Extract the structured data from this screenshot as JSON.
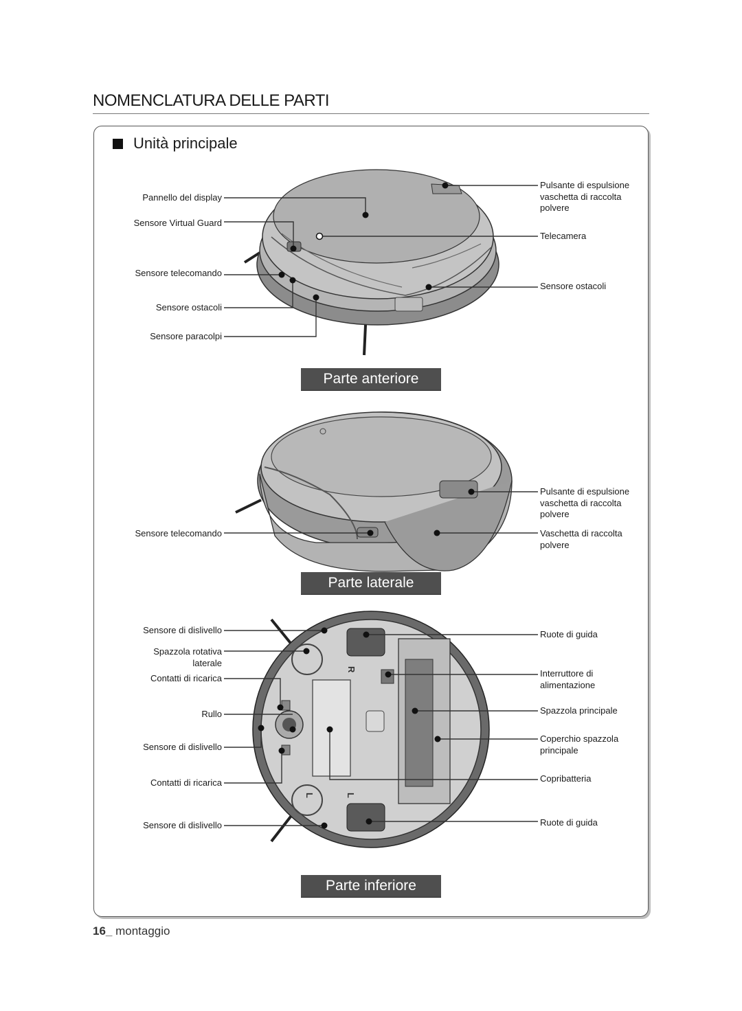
{
  "page": {
    "title": "NOMENCLATURA DELLE PARTI",
    "section": "Unità principale",
    "footer_page": "16_",
    "footer_text": "montaggio"
  },
  "views": {
    "front": {
      "banner": "Parte anteriore",
      "left_labels": [
        "Pannello del display",
        "Sensore Virtual Guard",
        "Sensore telecomando",
        "Sensore ostacoli",
        "Sensore paracolpi"
      ],
      "right_labels": [
        "Pulsante di espulsione\nvaschetta di raccolta\npolvere",
        "Telecamera",
        "Sensore ostacoli"
      ]
    },
    "side": {
      "banner": "Parte laterale",
      "left_labels": [
        "Sensore telecomando"
      ],
      "right_labels": [
        "Pulsante di espulsione\nvaschetta di raccolta\npolvere",
        "Vaschetta di raccolta\npolvere"
      ]
    },
    "bottom": {
      "banner": "Parte inferiore",
      "left_labels": [
        "Sensore di dislivello",
        "Spazzola rotativa\nlaterale",
        "Contatti di ricarica",
        "Rullo",
        "Sensore di dislivello",
        "Contatti di ricarica",
        "Sensore di dislivello"
      ],
      "right_labels": [
        "Ruote di guida",
        "Interruttore di\nalimentazione",
        "Spazzola principale",
        "Coperchio spazzola\nprincipale",
        "Copribatteria",
        "Ruote di guida"
      ],
      "markings": [
        "R",
        "L",
        "L"
      ]
    }
  },
  "colors": {
    "banner_bg": "#4f4f4f",
    "body_gray": "#a8a8a8",
    "dark_gray": "#5a5a5a"
  }
}
